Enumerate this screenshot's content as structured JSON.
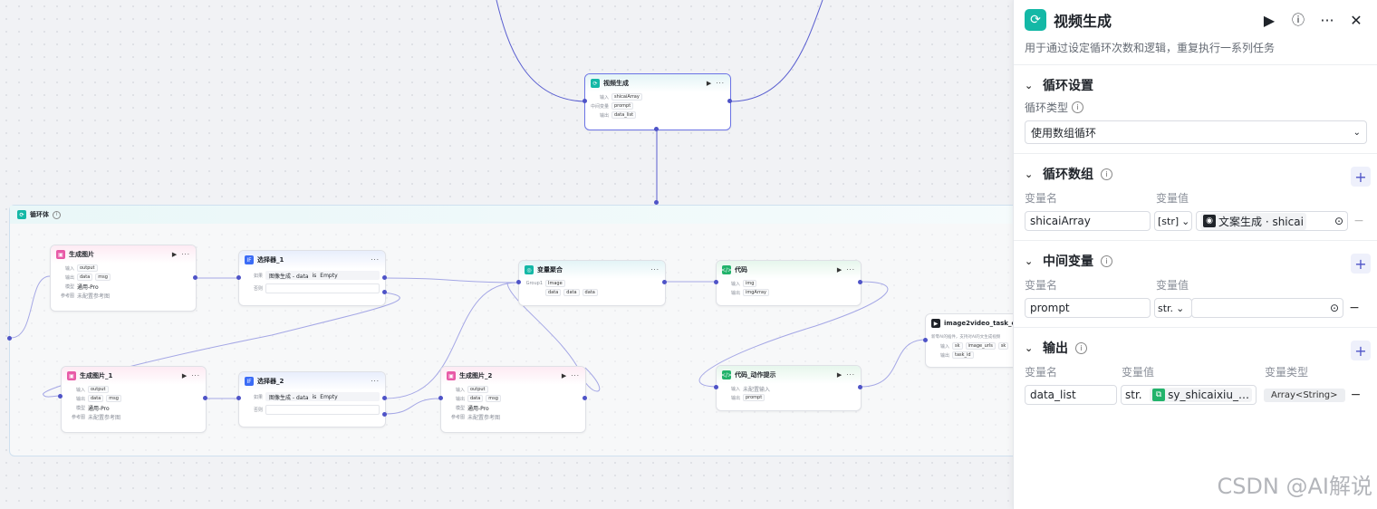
{
  "canvas": {
    "main_node": {
      "title": "视频生成",
      "in_label": "输入",
      "in_value": "shicaiArray",
      "mid_label": "中间变量",
      "mid_value": "prompt",
      "out_label": "输出",
      "out_value": "data_list"
    },
    "loop_body": {
      "title": "循环体"
    },
    "gen_img": {
      "title": "生成图片",
      "in_label": "输入",
      "in_value": "output",
      "out_label": "输出",
      "out_v1": "data",
      "out_v2": "msg",
      "model_label": "模型",
      "model_value": "通用-Pro",
      "ref_label": "参考图",
      "ref_value": "未配置参考图"
    },
    "gen_img_1": {
      "title": "生成图片_1",
      "in_label": "输入",
      "in_value": "output",
      "out_label": "输出",
      "out_v1": "data",
      "out_v2": "msg",
      "model_label": "模型",
      "model_value": "通用-Pro",
      "ref_label": "参考图",
      "ref_value": "未配置参考图"
    },
    "gen_img_2": {
      "title": "生成图片_2",
      "in_label": "输入",
      "in_value": "output",
      "out_label": "输出",
      "out_v1": "data",
      "out_v2": "msg",
      "model_label": "模型",
      "model_value": "通用-Pro",
      "ref_label": "参考图",
      "ref_value": "未配置参考图"
    },
    "sel_1": {
      "title": "选择器_1",
      "if_label": "如果",
      "cond_left": "图像生成 - data",
      "cond_op": "is",
      "cond_right": "Empty",
      "else_label": "否则"
    },
    "sel_2": {
      "title": "选择器_2",
      "if_label": "如果",
      "cond_left": "图像生成 - data",
      "cond_op": "is",
      "cond_right": "Empty",
      "else_label": "否则"
    },
    "var_agg": {
      "title": "变量聚合",
      "group_label": "Group1",
      "group_value": "Image",
      "v1": "data",
      "v2": "data",
      "v3": "data"
    },
    "code": {
      "title": "代码",
      "in_label": "输入",
      "in_value": "img",
      "out_label": "输出",
      "out_value": "imgArray"
    },
    "code_action": {
      "title": "代码_动作提示",
      "in_label": "输入",
      "in_value": "未配置输入",
      "out_label": "输出",
      "out_value": "prompt"
    },
    "i2v": {
      "title": "image2video_task_cre",
      "desc": "新零AI的插件，支持对AI的文生成视频",
      "in_label": "输入",
      "in_v1": "sk",
      "in_v2": "image_urls",
      "in_v3": "sk",
      "out_label": "输出",
      "out_value": "task_id"
    }
  },
  "panel": {
    "title": "视频生成",
    "desc": "用于通过设定循环次数和逻辑，重复执行一系列任务",
    "loop_settings": {
      "title": "循环设置",
      "type_label": "循环类型",
      "type_value": "使用数组循环"
    },
    "loop_array": {
      "title": "循环数组",
      "col_name": "变量名",
      "col_value": "变量值",
      "var_name": "shicaiArray",
      "var_type": "[str]",
      "ref_value": "文案生成 · shicai"
    },
    "mid_vars": {
      "title": "中间变量",
      "col_name": "变量名",
      "col_value": "变量值",
      "var_name": "prompt",
      "var_type": "str."
    },
    "output": {
      "title": "输出",
      "col_name": "变量名",
      "col_value": "变量值",
      "col_type": "变量类型",
      "var_name": "data_list",
      "var_type": "str.",
      "ref_value": "sy_shicaixiu_…",
      "type_value": "Array<String>"
    }
  },
  "watermark": "CSDN @AI解说",
  "colors": {
    "edge": "#4e53c7",
    "accent": "#14b8a6",
    "selected": "#6c74e6"
  }
}
